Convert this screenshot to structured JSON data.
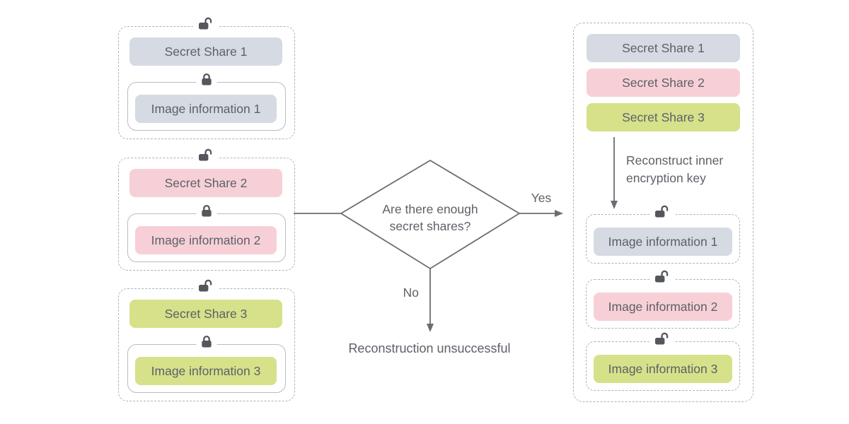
{
  "colors": {
    "gray_box": "#d6dae2",
    "pink_box": "#f7d0d7",
    "green_box": "#d6e18a",
    "box_text": "#5d6167",
    "line": "#6a6e73",
    "dashed_border": "#aeb2b8",
    "solid_border": "#b9bcc2",
    "lock": "#54575c"
  },
  "icons": {
    "open_lock": "open-lock-icon",
    "closed_lock": "closed-lock-icon"
  },
  "left_groups": [
    {
      "share_label": "Secret Share 1",
      "image_label": "Image information 1"
    },
    {
      "share_label": "Secret Share 2",
      "image_label": "Image information 2"
    },
    {
      "share_label": "Secret Share 3",
      "image_label": "Image information 3"
    }
  ],
  "decision": {
    "question_line1": "Are there enough",
    "question_line2": "secret shares?",
    "yes_label": "Yes",
    "no_label": "No",
    "failure_text": "Reconstruction unsuccessful"
  },
  "right_panel": {
    "share_labels": [
      "Secret Share 1",
      "Secret Share 2",
      "Secret Share 3"
    ],
    "arrow_label_line1": "Reconstruct inner",
    "arrow_label_line2": "encryption key",
    "image_labels": [
      "Image information 1",
      "Image information 2",
      "Image information 3"
    ]
  }
}
